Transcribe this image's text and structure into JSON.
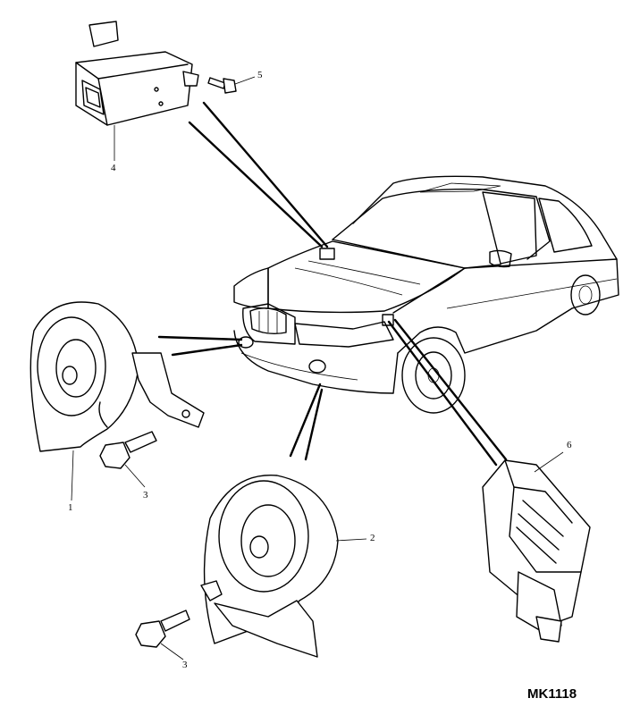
{
  "diagram": {
    "reference_code": "MK1118",
    "callouts": {
      "c1": "1",
      "c2": "2",
      "c3a": "3",
      "c3b": "3",
      "c4": "4",
      "c5": "5",
      "c6": "6"
    }
  }
}
